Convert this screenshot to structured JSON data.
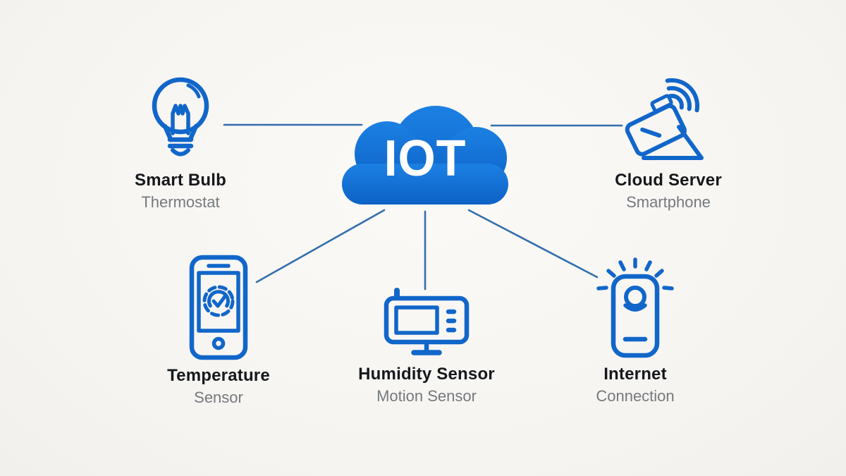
{
  "cloud_label": "IOT",
  "colors": {
    "icon_stroke": "#1166ca",
    "connector_line": "#336fae",
    "cloud_fill_top": "#1c80e3",
    "cloud_fill_bottom": "#0d62c6",
    "cloud_label_color": "#ffffff",
    "title_text": "#15181c",
    "subtitle_text": "#75797e",
    "background": "#f6f4f0"
  },
  "nodes": [
    {
      "id": "smart-bulb",
      "title": "Smart Bulb",
      "subtitle": "Thermostat",
      "icon": "lightbulb-icon"
    },
    {
      "id": "cloud-server",
      "title": "Cloud Server",
      "subtitle": "Smartphone",
      "icon": "wifi-router-icon"
    },
    {
      "id": "temperature",
      "title": "Temperature",
      "subtitle": "Sensor",
      "icon": "smartphone-gauge-icon"
    },
    {
      "id": "humidity-sensor",
      "title": "Humidity Sensor",
      "subtitle": "Motion Sensor",
      "icon": "monitor-icon"
    },
    {
      "id": "internet",
      "title": "Internet",
      "subtitle": "Connection",
      "icon": "smart-sensor-icon"
    }
  ]
}
